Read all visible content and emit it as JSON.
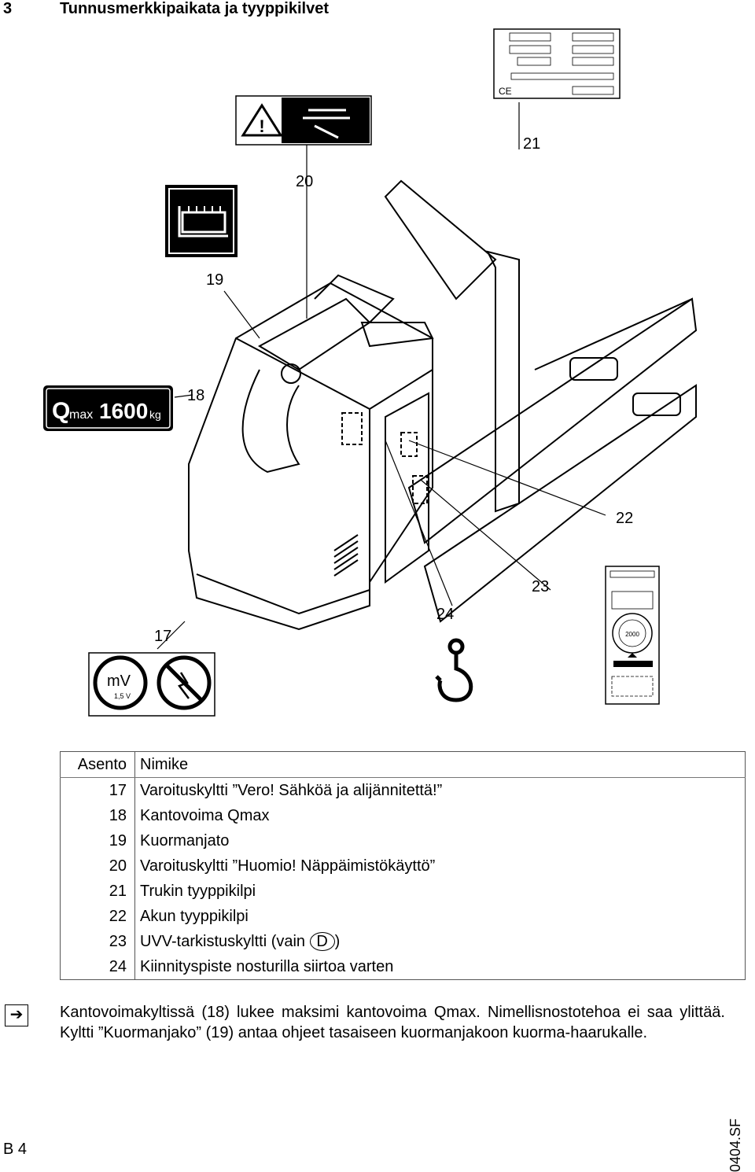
{
  "header": {
    "section_number": "3",
    "section_title": "Tunnusmerkkipaikata ja tyyppikilvet"
  },
  "callouts": {
    "c17": "17",
    "c18": "18",
    "c19": "19",
    "c20": "20",
    "c21": "21",
    "c22": "22",
    "c23": "23",
    "c24": "24"
  },
  "labels": {
    "qmax_q": "Q",
    "qmax_sub": "max",
    "qmax_value": "1600",
    "qmax_unit": "kg",
    "voltage_mv": "mV",
    "voltage_limit": "1,5 V",
    "ce_mark": "CE",
    "inspection_year": "2000"
  },
  "table": {
    "headers": [
      "Asento",
      "Nimike"
    ],
    "rows": [
      {
        "pos": "17",
        "name": "Varoituskyltti ”Vero! Sähköä ja alijännitettä!”"
      },
      {
        "pos": "18",
        "name": "Kantovoima Qmax"
      },
      {
        "pos": "19",
        "name": "Kuormanjato"
      },
      {
        "pos": "20",
        "name": "Varoituskyltti ”Huomio! Näppäimistökäyttö”"
      },
      {
        "pos": "21",
        "name": "Trukin tyyppikilpi"
      },
      {
        "pos": "22",
        "name": "Akun tyyppikilpi"
      },
      {
        "pos": "23",
        "name_prefix": "UVV-tarkistuskyltti (vain ",
        "name_badge": "D",
        "name_suffix": ")"
      },
      {
        "pos": "24",
        "name": "Kiinnityspiste nosturilla siirtoa varten"
      }
    ]
  },
  "note": {
    "icon": "arrow-right-icon",
    "text": "Kantovoimakyltissä (18) lukee maksimi kantovoima Qmax. Nimellisnostotehoa ei saa ylittää. Kyltti ”Kuormanjako” (19) antaa ohjeet tasaiseen kuormanjakoon kuorma-haarukalle."
  },
  "footer": {
    "page_number": "B 4",
    "doc_ref": "0404.SF"
  }
}
